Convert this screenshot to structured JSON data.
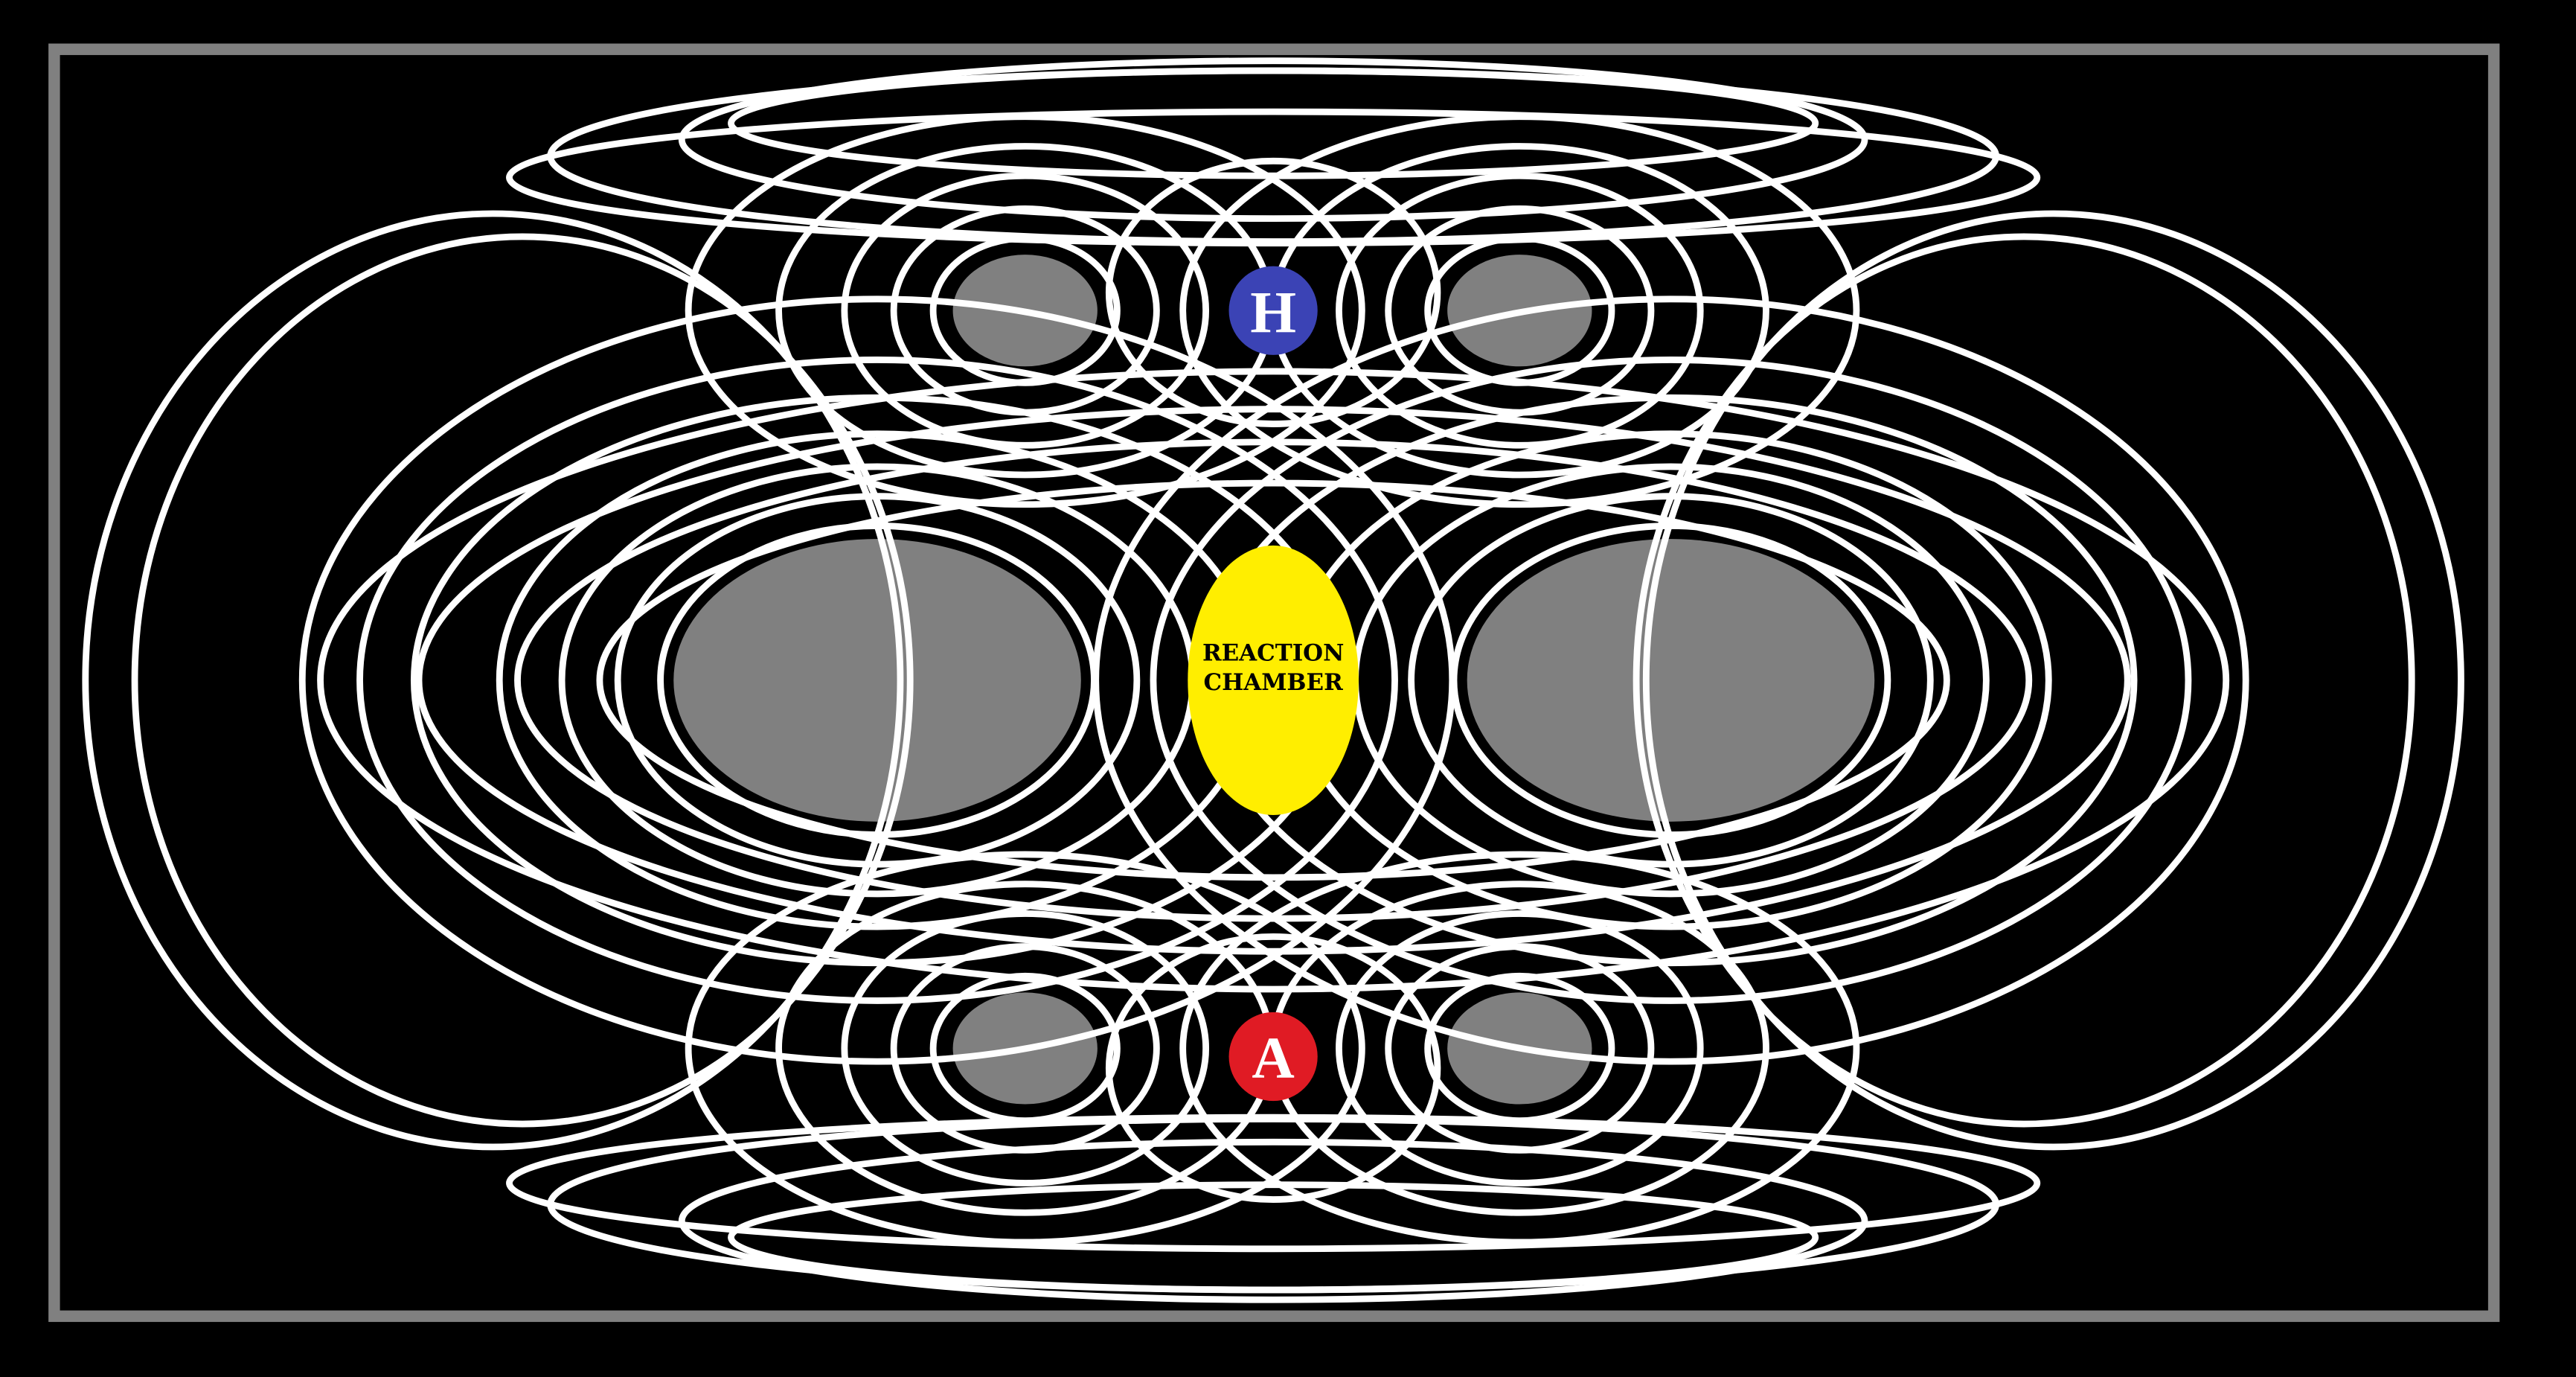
{
  "diagram": {
    "background_color": "#000000",
    "frame_color": "#808080",
    "field_line_color": "#ffffff",
    "magnet_color": "#808080",
    "reaction_chamber": {
      "line1": "REACTION",
      "line2": "CHAMBER",
      "fill_color": "#ffee00",
      "text_color": "#000000"
    },
    "markers": {
      "top": {
        "letter": "H",
        "fill_color": "#3b43b5"
      },
      "bottom": {
        "letter": "A",
        "fill_color": "#e01b24"
      }
    }
  }
}
